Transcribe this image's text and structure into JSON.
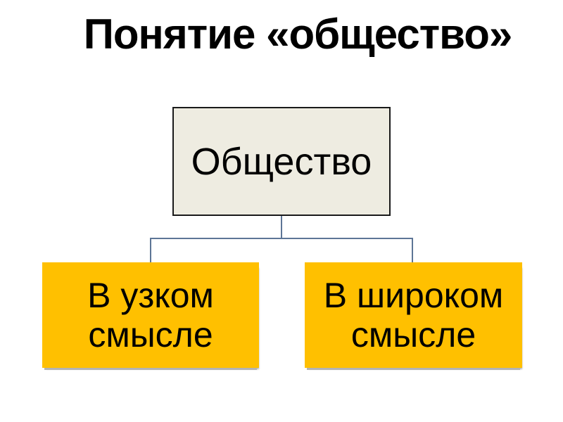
{
  "title": "Понятие «общество»",
  "diagram": {
    "root": {
      "label": "Общество"
    },
    "children": [
      {
        "label": "В узком смысле"
      },
      {
        "label": "В широком смысле"
      }
    ]
  },
  "colors": {
    "background": "#ffffff",
    "title_text": "#000000",
    "root_fill": "#eeece1",
    "root_border": "#1a1a1a",
    "root_text": "#000000",
    "child_fill": "#ffc000",
    "child_text": "#000000",
    "connector": "#5d7596",
    "shadow": "#b3b3b3"
  }
}
